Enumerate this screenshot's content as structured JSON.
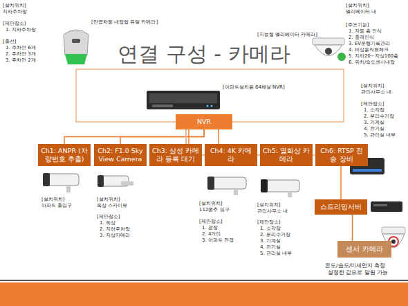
{
  "diagram": {
    "title": "연결 구성 - 카메라",
    "nodes": [
      {
        "text": [
          "NVR"
        ]
      },
      {
        "text": [
          "Ch1: ANPR (차량번호 추출)"
        ]
      },
      {
        "text": [
          "Ch2: F1.0 Sky View Camera"
        ]
      },
      {
        "text": [
          "Ch3: 삼성 카메라 등록 대기"
        ]
      },
      {
        "text": [
          "Ch4: 4K 카메라"
        ]
      },
      {
        "text": [
          "Ch5: 열화상 카메라"
        ]
      },
      {
        "text": [
          "Ch6: RTSP 전송 장비"
        ]
      },
      {
        "text": [
          "스트리밍서버"
        ]
      },
      {
        "text": [
          "센서 카메라"
        ]
      }
    ],
    "edges": [
      {
        "from": 0,
        "to": 1,
        "arrow": "none"
      },
      {
        "from": 0,
        "to": 2,
        "arrow": "none"
      },
      {
        "from": 0,
        "to": 3,
        "arrow": "none"
      },
      {
        "from": 0,
        "to": 4,
        "arrow": "none"
      },
      {
        "from": 0,
        "to": 5,
        "arrow": "none"
      },
      {
        "from": 0,
        "to": 6,
        "arrow": "none"
      },
      {
        "from": 6,
        "to": 7,
        "arrow": "none"
      },
      {
        "from": 7,
        "to": 8,
        "arrow": "none"
      }
    ],
    "labels": [
      "[설치위치]",
      "지하주차장",
      "[제안장소]",
      "1. 지하주차장",
      "[출선]",
      "1. 주차면 6개",
      "2. 주차면 3개",
      "3. 주차면 2개",
      "[만공차등 내장형 듀얼 카메라]",
      "[설치위치]",
      "엘리베이터 내",
      "[주요기능]",
      "1. 자동 층 인식",
      "2. 충격인식",
      "3. EV운행기록관리",
      "4. 비상용직원체크",
      "5. 지하20~지상100층",
      "6. 위치/속도센서내장",
      "[지능형 엘리베이터 카메라]",
      "[아파트설치용 64채널 NVR]",
      "[설치위치]",
      "관리사무소 내",
      "[제안장소]",
      "1. 소각장",
      "2. 분리수거장",
      "3. 기계실",
      "4. 전기실",
      "5. 관리실 내부",
      "[설치위치]",
      "아파트 출입구",
      "[설치위치]",
      "옥상 스카이뷰",
      "[제안장소]",
      "1. 옥상",
      "2. 지하주차장",
      "3. 지상카메라",
      "[설치위치]",
      "112종추 입구",
      "[제안장소]",
      "1. 광장",
      "2. 4거리",
      "3. 아파트 전경",
      "[설치위치]",
      "관리사무소 내",
      "[제안장소]",
      "1. 소각장",
      "2. 분리수거장",
      "3. 기계실",
      "4. 전기실",
      "5. 관리실 내부",
      "온도/습도/미세먼지 측정",
      "설정한 값으로 알림 가능"
    ]
  }
}
